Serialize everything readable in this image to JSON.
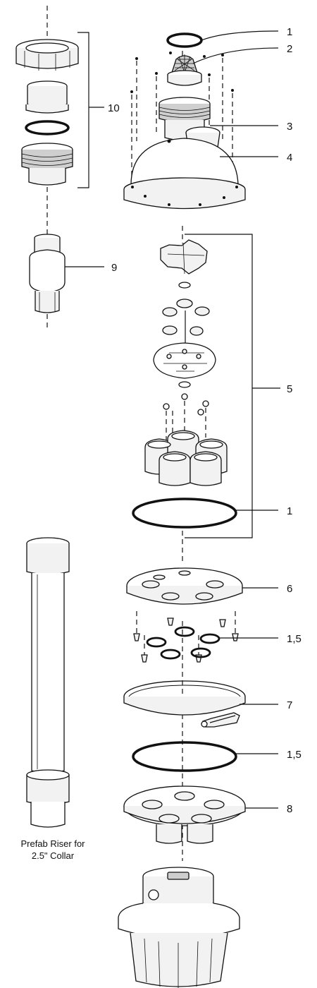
{
  "callouts": [
    {
      "id": "c1-top",
      "label": "1"
    },
    {
      "id": "c2",
      "label": "2"
    },
    {
      "id": "c3",
      "label": "3"
    },
    {
      "id": "c4",
      "label": "4"
    },
    {
      "id": "c5",
      "label": "5"
    },
    {
      "id": "c1-mid",
      "label": "1"
    },
    {
      "id": "c6",
      "label": "6"
    },
    {
      "id": "c15-a",
      "label": "1,5"
    },
    {
      "id": "c7",
      "label": "7"
    },
    {
      "id": "c15-b",
      "label": "1,5"
    },
    {
      "id": "c8",
      "label": "8"
    },
    {
      "id": "c9",
      "label": "9"
    },
    {
      "id": "c10",
      "label": "10"
    }
  ],
  "riser_caption": {
    "line1": "Prefab Riser for",
    "line2": "2.5\" Collar"
  }
}
